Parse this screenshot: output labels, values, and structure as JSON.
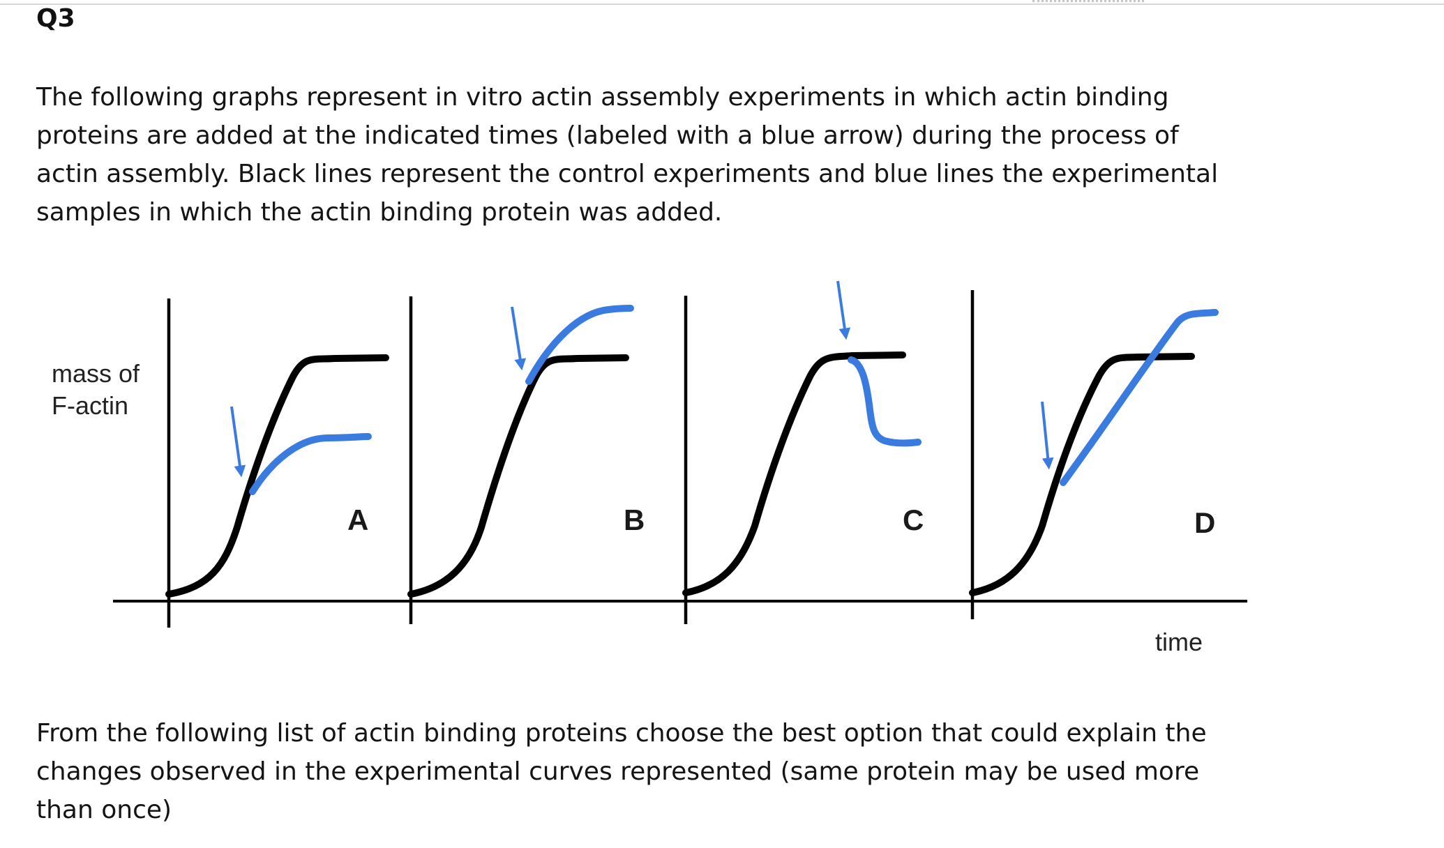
{
  "question": {
    "number": "Q3",
    "intro_lines": [
      "The following graphs represent in vitro actin assembly experiments in which actin binding",
      "proteins are added at the indicated times (labeled with a blue arrow) during the process of",
      "actin assembly. Black lines represent the control experiments and blue lines the experimental",
      "samples in which the actin binding protein was added."
    ],
    "prompt_lines": [
      "From the following list of actin binding proteins choose the best option that could explain the",
      "changes observed in the experimental curves represented (same protein may be used more",
      "than once)"
    ]
  },
  "figure": {
    "y_label_lines": [
      "mass of",
      "F-actin"
    ],
    "x_label": "time",
    "panels": [
      {
        "letter": "A"
      },
      {
        "letter": "B"
      },
      {
        "letter": "C"
      },
      {
        "letter": "D"
      }
    ],
    "colors": {
      "control_line": "#000000",
      "experimental_line": "#3a7be0",
      "arrow": "#3a7be0"
    }
  }
}
